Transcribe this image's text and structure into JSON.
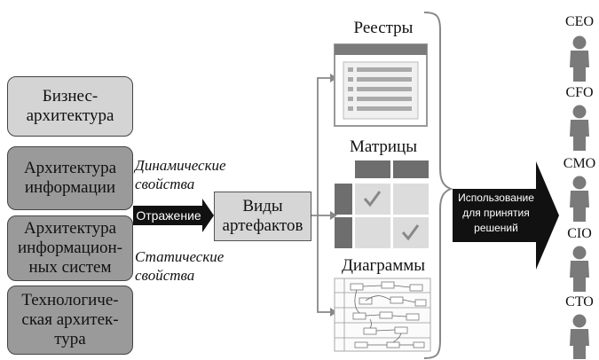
{
  "layers": [
    {
      "label": "Бизнес-\nархитектура"
    },
    {
      "label": "Архитектура\nинформации"
    },
    {
      "label": "Архитектура\nинформацион-\nных систем"
    },
    {
      "label": "Технологиче-\nская архитек-\nтура"
    }
  ],
  "notes": {
    "dynamic": "Динамические\nсвойства",
    "static": "Статические\nсвойства"
  },
  "reflection_label": "Отражение",
  "views_label": "Виды\nартефактов",
  "artifacts": {
    "registries": "Реестры",
    "matrices": "Матрицы",
    "diagrams": "Диаграммы"
  },
  "usage_label": "Использование\nдля принятия\nрешений",
  "executives": [
    "CEO",
    "CFO",
    "CMO",
    "CIO",
    "CTO"
  ],
  "colors": {
    "layer_light": "#d4d4d4",
    "layer_mid": "#9a9a9a",
    "dark_arrow": "#111111",
    "matrix_dark": "#6e6e6e",
    "person": "#7a7a7a"
  }
}
